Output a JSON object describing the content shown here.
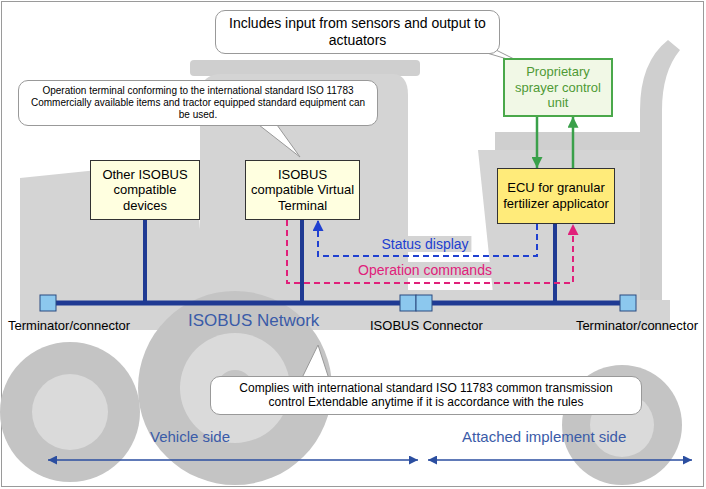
{
  "diagram": {
    "nodes": [
      {
        "text": [
          "Includes input from sensors and output to actuators"
        ]
      },
      {
        "text": [
          "Operation terminal conforming to the international standard ISO 11783 Commercially available items and tractor equipped standard equipment can be used."
        ]
      },
      {
        "text": [
          "Proprietary sprayer control unit"
        ]
      },
      {
        "text": [
          "Other ISOBUS compatible devices"
        ]
      },
      {
        "text": [
          "ISOBUS compatible Virtual Terminal"
        ]
      },
      {
        "text": [
          "ECU for granular fertilizer applicator"
        ]
      },
      {
        "text": [
          "Complies with international standard ISO 11783 common transmission control Extendable anytime if it is accordance with the rules"
        ]
      }
    ],
    "edges": [
      {
        "from": 2,
        "to": 5,
        "arrow": "to"
      },
      {
        "from": 5,
        "to": 2,
        "arrow": "to"
      },
      {
        "from": 5,
        "to": 4,
        "label": "Status display",
        "arrow": "to"
      },
      {
        "from": 4,
        "to": 5,
        "label": "Operation commands",
        "arrow": "to"
      }
    ],
    "labels": [
      "Terminator/connector",
      "ISOBUS Network",
      "ISOBUS Connector",
      "Terminator/connector",
      "Vehicle side",
      "Attached implement side"
    ]
  }
}
